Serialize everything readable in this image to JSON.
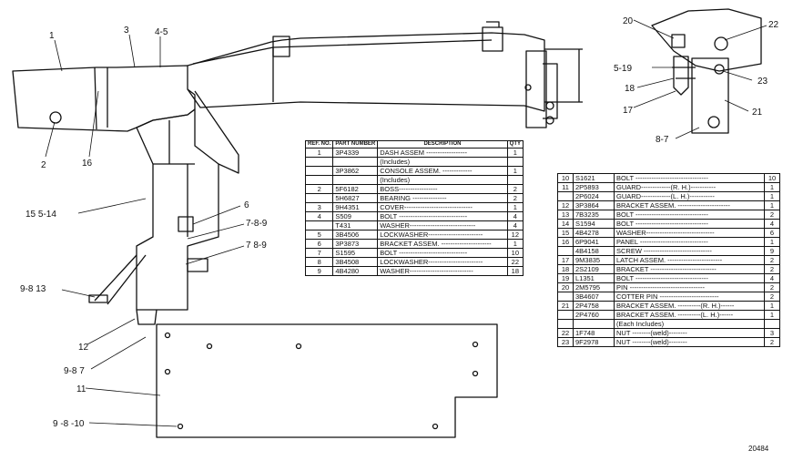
{
  "callouts": {
    "c1": "1",
    "c3": "3",
    "c4_5": "4-5",
    "c2": "2",
    "c16": "16",
    "c15_5_14": "15 5-14",
    "c6": "6",
    "c7_8_9a": "7-8-9",
    "c7_8_9b": "7 8-9",
    "c9_8_13": "9-8 13",
    "c12": "12",
    "c9_8_7": "9-8 7",
    "c11": "11",
    "c9_8_10": "9 -8 -10",
    "c20": "20",
    "c22": "22",
    "c5_19": "5-19",
    "c23": "23",
    "c18": "18",
    "c17": "17",
    "c21": "21",
    "c8_7": "8-7"
  },
  "left_table": {
    "headers": {
      "ref": "REF. NO.",
      "part": "PART NUMBER",
      "desc": "DESCRIPTION",
      "qty": "QTY"
    },
    "rows": [
      {
        "ref": "1",
        "part": "3P4339",
        "desc": "DASH ASSEM ------------------",
        "qty": "1"
      },
      {
        "ref": "",
        "part": "",
        "desc": "(Includes)",
        "qty": ""
      },
      {
        "ref": "",
        "part": "3P3862",
        "desc": "CONSOLE ASSEM. -------------",
        "qty": "1"
      },
      {
        "ref": "",
        "part": "",
        "desc": "(Includes)",
        "qty": ""
      },
      {
        "ref": "2",
        "part": "5F6182",
        "desc": "BOSS-----------------",
        "qty": "2"
      },
      {
        "ref": "",
        "part": "5H6827",
        "desc": "BEARING ---------------",
        "qty": "2"
      },
      {
        "ref": "3",
        "part": "9H4351",
        "desc": "COVER------------------------------",
        "qty": "1"
      },
      {
        "ref": "4",
        "part": "S509",
        "desc": "BOLT ------------------------------",
        "qty": "4"
      },
      {
        "ref": "",
        "part": "T431",
        "desc": "WASHER-----------------------------",
        "qty": "4"
      },
      {
        "ref": "5",
        "part": "3B4506",
        "desc": "LOCKWASHER------------------------",
        "qty": "12"
      },
      {
        "ref": "6",
        "part": "3P3873",
        "desc": "BRACKET ASSEM. ----------------------",
        "qty": "1"
      },
      {
        "ref": "7",
        "part": "S1595",
        "desc": "BOLT ------------------------------",
        "qty": "10"
      },
      {
        "ref": "8",
        "part": "3B4508",
        "desc": "LOCKWASHER------------------------",
        "qty": "22"
      },
      {
        "ref": "9",
        "part": "4B4280",
        "desc": "WASHER----------------------------",
        "qty": "18"
      }
    ]
  },
  "right_table": {
    "rows": [
      {
        "ref": "10",
        "part": "S1621",
        "desc": "BOLT --------------------------------",
        "qty": "10"
      },
      {
        "ref": "11",
        "part": "2P5893",
        "desc": "GUARD-------------(R. H.)-----------",
        "qty": "1"
      },
      {
        "ref": "",
        "part": "2P6024",
        "desc": "GUARD-------------(L. H.)-----------",
        "qty": "1"
      },
      {
        "ref": "12",
        "part": "3P3864",
        "desc": "BRACKET ASSEM. -----------------------",
        "qty": "1"
      },
      {
        "ref": "13",
        "part": "7B3235",
        "desc": "BOLT --------------------------------",
        "qty": "2"
      },
      {
        "ref": "14",
        "part": "S1594",
        "desc": "BOLT --------------------------------",
        "qty": "4"
      },
      {
        "ref": "15",
        "part": "4B4278",
        "desc": "WASHER------------------------------",
        "qty": "6"
      },
      {
        "ref": "16",
        "part": "6P9041",
        "desc": "PANEL ------------------------------",
        "qty": "1"
      },
      {
        "ref": "",
        "part": "4B4158",
        "desc": "SCREW ------------------------------",
        "qty": "9"
      },
      {
        "ref": "17",
        "part": "9M3835",
        "desc": "LATCH ASSEM. ------------------------",
        "qty": "2"
      },
      {
        "ref": "18",
        "part": "2S2109",
        "desc": "BRACKET -----------------------------",
        "qty": "2"
      },
      {
        "ref": "19",
        "part": "L1351",
        "desc": "BOLT --------------------------------",
        "qty": "4"
      },
      {
        "ref": "20",
        "part": "2M5795",
        "desc": "PIN ---------------------------------",
        "qty": "2"
      },
      {
        "ref": "",
        "part": "3B4607",
        "desc": "COTTER PIN --------------------------",
        "qty": "2"
      },
      {
        "ref": "21",
        "part": "2P4758",
        "desc": "BRACKET ASSEM. ----------(R. H.)------",
        "qty": "1"
      },
      {
        "ref": "",
        "part": "2P4760",
        "desc": "BRACKET ASSEM. ----------(L. H.)------",
        "qty": "1"
      },
      {
        "ref": "",
        "part": "",
        "desc": "(Each Includes)",
        "qty": ""
      },
      {
        "ref": "22",
        "part": "1F748",
        "desc": "NUT --------(weld)--------",
        "qty": "3"
      },
      {
        "ref": "23",
        "part": "9F2978",
        "desc": "NUT --------(weld)--------",
        "qty": "2"
      }
    ]
  },
  "figure_number": "20484"
}
